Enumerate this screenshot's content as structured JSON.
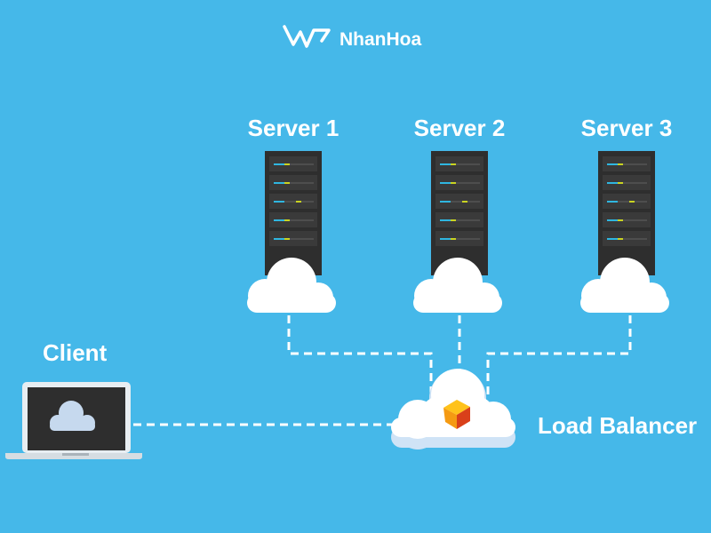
{
  "brand": {
    "name": "NhanHoa"
  },
  "servers": [
    {
      "label": "Server 1"
    },
    {
      "label": "Server 2"
    },
    {
      "label": "Server 3"
    }
  ],
  "client": {
    "label": "Client"
  },
  "load_balancer": {
    "label": "Load Balancer"
  },
  "colors": {
    "background": "#45b8e9",
    "rack": "#2e2e2e",
    "led_blue": "#2fb6e0",
    "led_yellow": "#c9d322",
    "cube_top": "#ffc21a",
    "cube_side": "#d9401a"
  }
}
